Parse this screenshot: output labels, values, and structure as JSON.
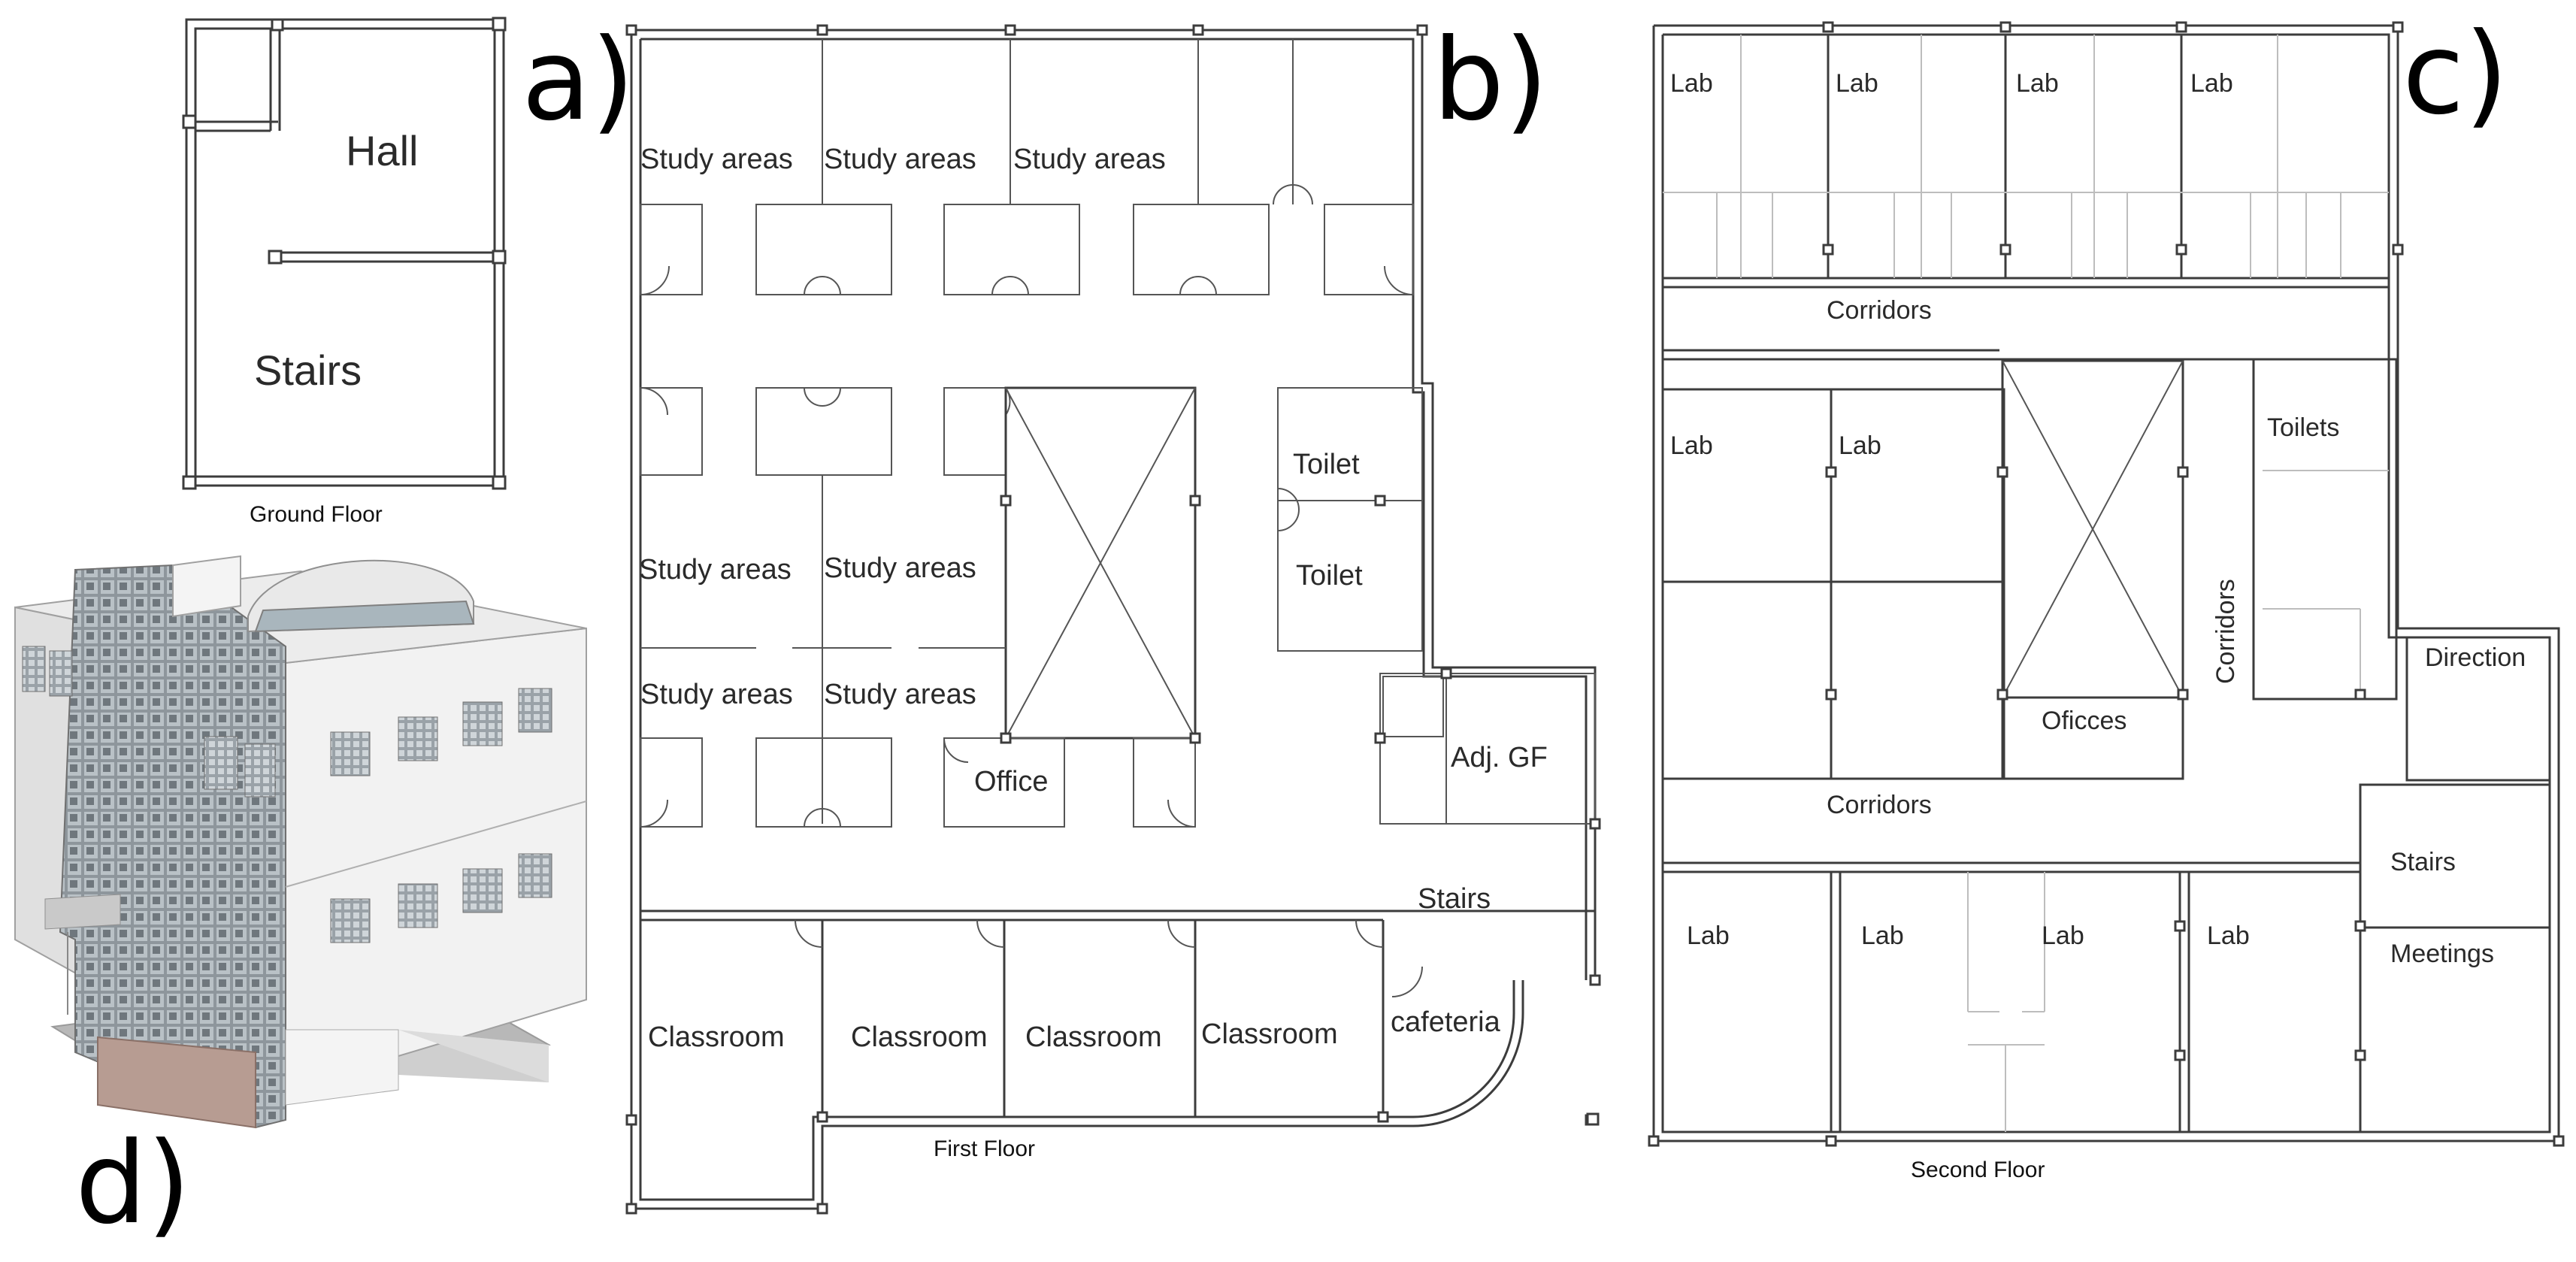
{
  "panels": {
    "a": {
      "letter": "a)",
      "caption": "Ground Floor",
      "rooms": {
        "hall": "Hall",
        "stairs": "Stairs"
      }
    },
    "b": {
      "letter": "b)",
      "caption": "First Floor",
      "rooms": {
        "study_1": "Study areas",
        "study_2": "Study areas",
        "study_3": "Study areas",
        "study_4": "Study areas",
        "study_5": "Study areas",
        "study_6": "Study areas",
        "study_7": "Study areas",
        "toilet_1": "Toilet",
        "toilet_2": "Toilet",
        "office": "Office",
        "adj_gf": "Adj. GF",
        "stairs": "Stairs",
        "cafeteria": "cafeteria",
        "classroom_1": "Classroom",
        "classroom_2": "Classroom",
        "classroom_3": "Classroom",
        "classroom_4": "Classroom"
      }
    },
    "c": {
      "letter": "c)",
      "caption": "Second Floor",
      "rooms": {
        "lab_1": "Lab",
        "lab_2": "Lab",
        "lab_3": "Lab",
        "lab_4": "Lab",
        "corridors_top": "Corridors",
        "lab_5": "Lab",
        "lab_6": "Lab",
        "toilets": "Toilets",
        "corridors_vertical": "Corridors",
        "direction": "Direction",
        "offices": "Oficces",
        "corridors_bottom": "Corridors",
        "stairs": "Stairs",
        "meetings": "Meetings",
        "lab_7": "Lab",
        "lab_8": "Lab",
        "lab_9": "Lab",
        "lab_10": "Lab"
      }
    },
    "d": {
      "letter": "d)"
    }
  }
}
